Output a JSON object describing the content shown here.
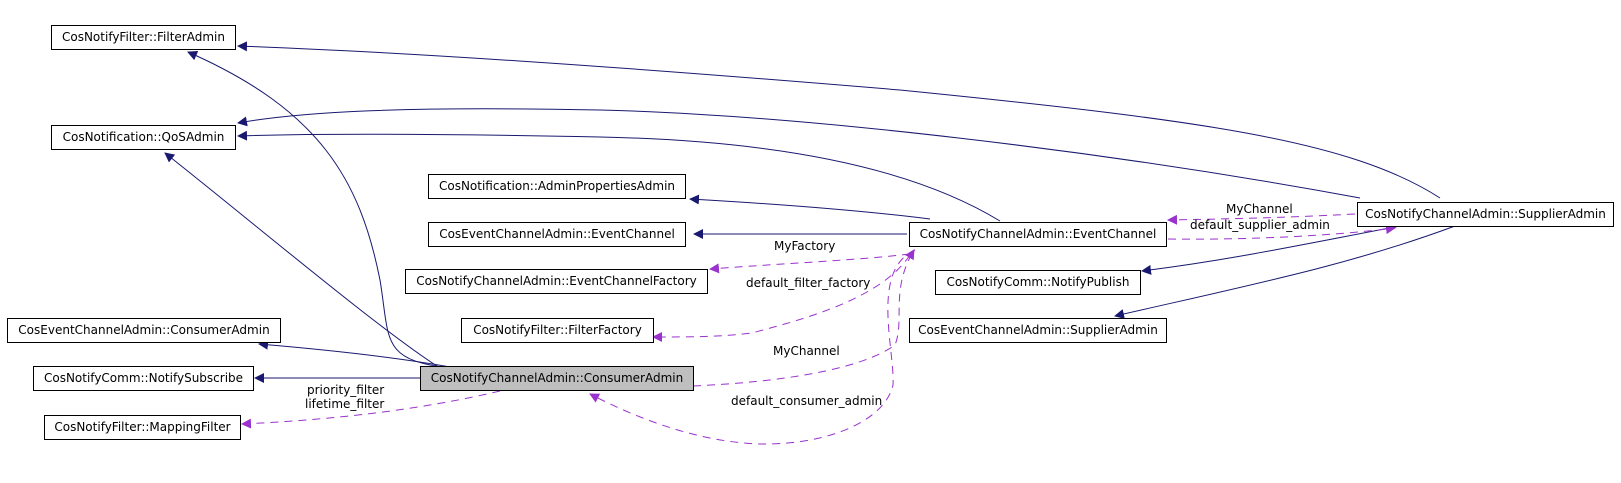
{
  "diagram": {
    "colors": {
      "inheritance": "#191970",
      "usage": "#9a32cd",
      "focus_fill": "#bfbfbf"
    },
    "nodes": {
      "filterAdmin": "CosNotifyFilter::FilterAdmin",
      "qosAdmin": "CosNotification::QoSAdmin",
      "adminPropertiesAdmin": "CosNotification::AdminPropertiesAdmin",
      "cosEventChannel": "CosEventChannelAdmin::EventChannel",
      "eventChannelFactory": "CosNotifyChannelAdmin::EventChannelFactory",
      "filterFactory": "CosNotifyFilter::FilterFactory",
      "cosConsumerAdmin": "CosEventChannelAdmin::ConsumerAdmin",
      "notifySubscribe": "CosNotifyComm::NotifySubscribe",
      "mappingFilter": "CosNotifyFilter::MappingFilter",
      "consumerAdmin": "CosNotifyChannelAdmin::ConsumerAdmin",
      "eventChannel": "CosNotifyChannelAdmin::EventChannel",
      "notifyPublish": "CosNotifyComm::NotifyPublish",
      "cosSupplierAdmin": "CosEventChannelAdmin::SupplierAdmin",
      "supplierAdmin": "CosNotifyChannelAdmin::SupplierAdmin"
    },
    "edge_labels": {
      "myFactory": "MyFactory",
      "defaultFilterFactory": "default_filter_factory",
      "myChannelConsumer": "MyChannel",
      "defaultConsumerAdmin": "default_consumer_admin",
      "priorityFilter": "priority_filter",
      "lifetimeFilter": "lifetime_filter",
      "myChannelSupplier": "MyChannel",
      "defaultSupplierAdmin": "default_supplier_admin"
    }
  }
}
